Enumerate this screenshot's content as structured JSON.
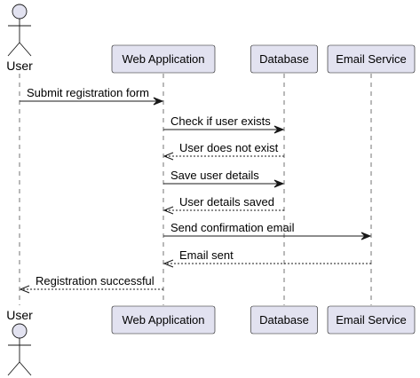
{
  "participants": [
    {
      "id": "user",
      "name": "User",
      "kind": "actor"
    },
    {
      "id": "web",
      "name": "Web Application",
      "kind": "participant"
    },
    {
      "id": "db",
      "name": "Database",
      "kind": "participant"
    },
    {
      "id": "email",
      "name": "Email Service",
      "kind": "participant"
    }
  ],
  "messages": [
    {
      "from": "user",
      "to": "web",
      "text": "Submit registration form",
      "style": "solid"
    },
    {
      "from": "web",
      "to": "db",
      "text": "Check if user exists",
      "style": "solid"
    },
    {
      "from": "db",
      "to": "web",
      "text": "User does not exist",
      "style": "dashed"
    },
    {
      "from": "web",
      "to": "db",
      "text": "Save user details",
      "style": "solid"
    },
    {
      "from": "db",
      "to": "web",
      "text": "User details saved",
      "style": "dashed"
    },
    {
      "from": "web",
      "to": "email",
      "text": "Send confirmation email",
      "style": "solid"
    },
    {
      "from": "email",
      "to": "web",
      "text": "Email sent",
      "style": "dashed"
    },
    {
      "from": "web",
      "to": "user",
      "text": "Registration successful",
      "style": "dashed"
    }
  ],
  "colors": {
    "participant_fill": "#e2e2f0",
    "participant_stroke": "#181818",
    "lifeline": "#181818",
    "arrow": "#181818"
  }
}
